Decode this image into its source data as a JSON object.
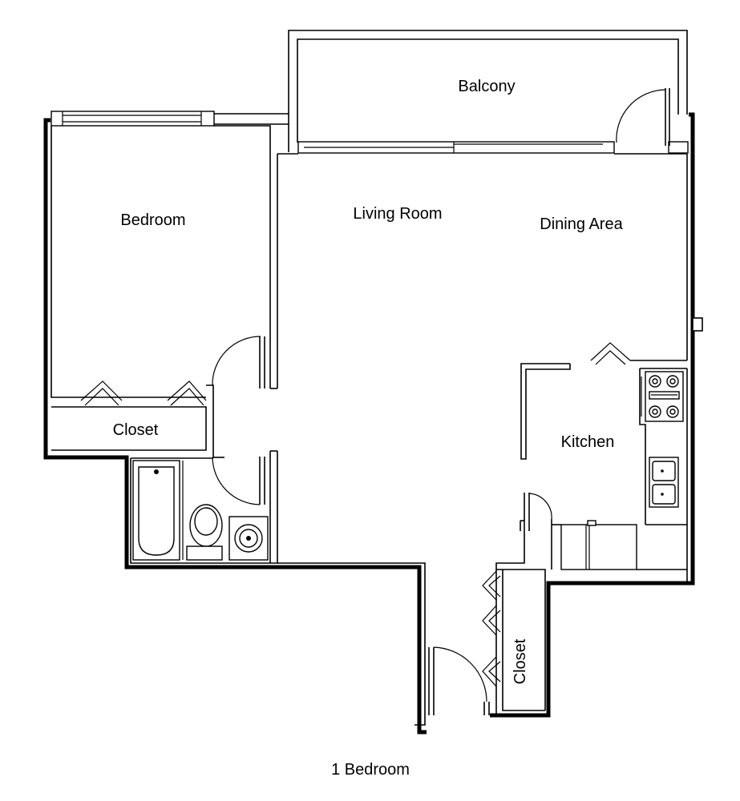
{
  "plan": {
    "caption": "1 Bedroom",
    "rooms": {
      "balcony": "Balcony",
      "bedroom": "Bedroom",
      "living_room": "Living Room",
      "dining_area": "Dining Area",
      "kitchen": "Kitchen",
      "bedroom_closet": "Closet",
      "hall_closet": "Closet"
    }
  },
  "icons": {
    "doors": "door-swing-icon",
    "bifold_doors": "bifold-door-icon",
    "bathtub": "bathtub-icon",
    "toilet": "toilet-icon",
    "shower": "shower-drain-icon",
    "stove": "stove-icon",
    "sink": "sink-icon",
    "refrigerator": "refrigerator-icon",
    "window": "window-icon"
  }
}
